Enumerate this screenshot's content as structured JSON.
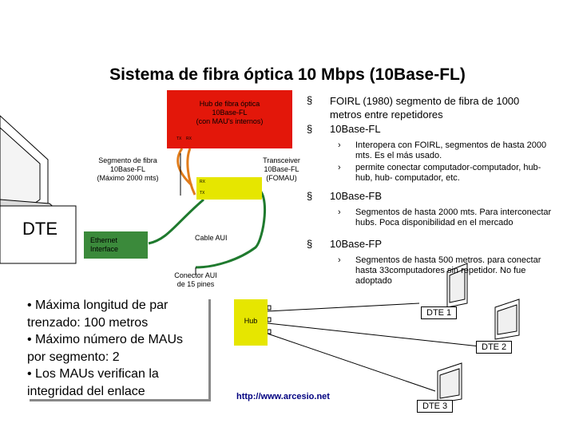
{
  "title": "Sistema de fibra óptica 10 Mbps (10Base-FL)",
  "hub": {
    "label_lines": [
      "Hub de fibra óptica",
      "10Base-FL",
      "(con MAU's internos)"
    ],
    "port_tx": "TX",
    "port_rx": "RX"
  },
  "segment_label": [
    "Segmento de fibra",
    "10Base-FL",
    "(Máximo 2000 mts)"
  ],
  "transceiver_label": [
    "Transceiver",
    "10Base-FL",
    "(FOMAU)"
  ],
  "transceiver_ports": [
    "RX",
    "TX"
  ],
  "dte_big_label": "DTE",
  "ethernet_label": [
    "Ethernet",
    "Interface"
  ],
  "cable_aui_label": "Cable AUI",
  "connector_label": [
    "Conector AUI",
    "de 15 pines"
  ],
  "hub2_label": "Hub",
  "url": "http://www.arcesio.net",
  "dte_labels": [
    "DTE 1",
    "DTE 2",
    "DTE 3"
  ],
  "bullets_panel": [
    "• Máxima longitud de par",
    "trenzado: 100 metros",
    "• Máximo número de MAUs",
    "por segmento: 2",
    "• Los MAUs verifican la",
    "integridad del enlace"
  ],
  "right_list": {
    "section_marker": "§",
    "sub_marker": "›",
    "items": [
      {
        "text": [
          "FOIRL (1980) segmento de fibra de 1000",
          "metros entre repetidores"
        ],
        "subs": []
      },
      {
        "text": [
          "10Base-FL"
        ],
        "subs": [
          [
            "Interopera con FOIRL, segmentos de hasta 2000",
            "mts. Es el más usado."
          ],
          [
            "permite conectar computador-computador, hub-",
            "hub, hub- computador, etc."
          ]
        ]
      },
      {
        "text": [
          "10Base-FB"
        ],
        "subs": [
          [
            "Segmentos de hasta 2000 mts. Para interconectar",
            "hubs. Poca disponibilidad en el mercado"
          ]
        ]
      },
      {
        "text": [
          "10Base-FP"
        ],
        "subs": [
          [
            "Segmentos de hasta 500 metros. para conectar",
            "hasta 33computadores sin repetidor. No fue",
            "adoptado"
          ]
        ]
      }
    ]
  },
  "colors": {
    "hub": "#e3170a",
    "transceiver": "#e6e600",
    "ethernet": "#3b8a3b",
    "fiber": "#e07b1a",
    "cable": "#1f7a2e",
    "url": "#000080"
  }
}
